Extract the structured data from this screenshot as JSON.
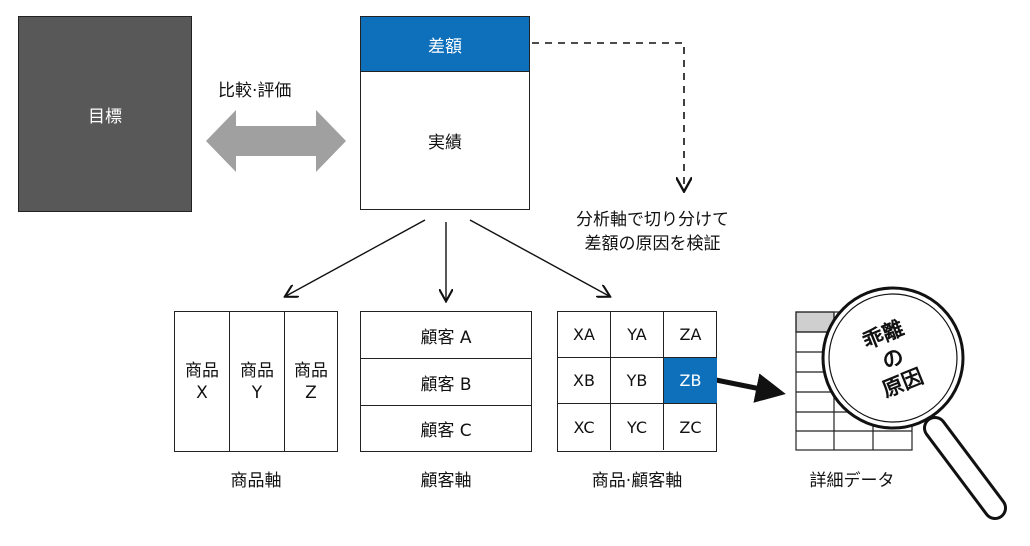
{
  "target": {
    "label": "目標"
  },
  "compare": {
    "label": "比較·評価"
  },
  "actual": {
    "diff_label": "差額",
    "label": "実績"
  },
  "note": {
    "line1": "分析軸で切り分けて",
    "line2": "差額の原因を検証"
  },
  "product_axis": {
    "columns": [
      {
        "line1": "商品",
        "line2": "X"
      },
      {
        "line1": "商品",
        "line2": "Y"
      },
      {
        "line1": "商品",
        "line2": "Z"
      }
    ],
    "caption": "商品軸"
  },
  "customer_axis": {
    "rows": [
      "顧客 A",
      "顧客 B",
      "顧客 C"
    ],
    "caption": "顧客軸"
  },
  "cross_axis": {
    "cells": [
      [
        "XA",
        "YA",
        "ZA"
      ],
      [
        "XB",
        "YB",
        "ZB"
      ],
      [
        "XC",
        "YC",
        "ZC"
      ]
    ],
    "highlight": "ZB",
    "caption": "商品·顧客軸"
  },
  "detail": {
    "caption": "詳細データ",
    "magnifier_line1": "乖離",
    "magnifier_line2": "の",
    "magnifier_line3": "原因"
  },
  "colors": {
    "accent": "#0e6fba",
    "target_fill": "#585858",
    "arrow_gray": "#a0a0a0"
  }
}
